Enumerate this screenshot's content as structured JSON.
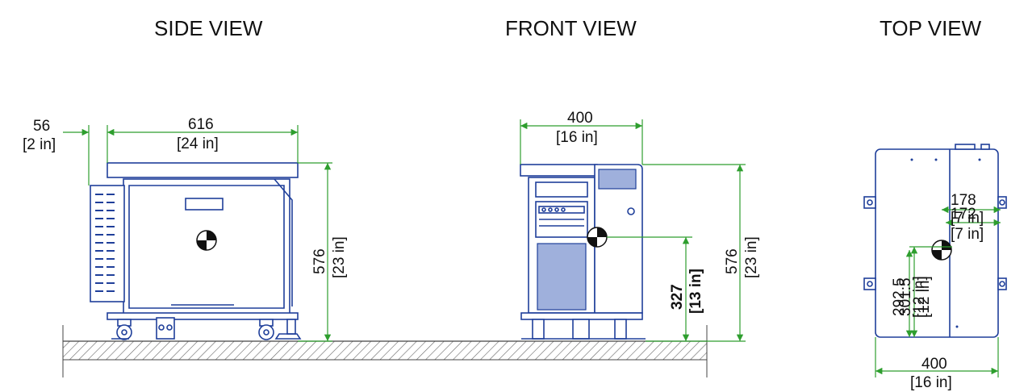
{
  "views": {
    "side": {
      "title": "SIDE VIEW",
      "dims": {
        "overhang_mm": "56",
        "overhang_in": "[2 in]",
        "length_mm": "616",
        "length_in": "[24 in]",
        "height_mm": "576",
        "height_in": "[23 in]"
      }
    },
    "front": {
      "title": "FRONT VIEW",
      "dims": {
        "width_mm": "400",
        "width_in": "[16 in]",
        "cog_height_mm": "327",
        "cog_height_in": "[13 in]",
        "height_mm": "576",
        "height_in": "[23 in]"
      }
    },
    "top": {
      "title": "TOP VIEW",
      "dims": {
        "a_mm": "178",
        "a_in": "[7 in]",
        "b_mm": "172",
        "b_in": "[7 in]",
        "c_mm": "292.5",
        "c_in": "[12 in]",
        "d_mm": "301.5",
        "d_in": "[12 in]",
        "width_mm": "400",
        "width_in": "[16 in]"
      }
    }
  },
  "colors": {
    "outline": "#1f3f9a",
    "dimension": "#2e9e2e",
    "text": "#111111"
  }
}
